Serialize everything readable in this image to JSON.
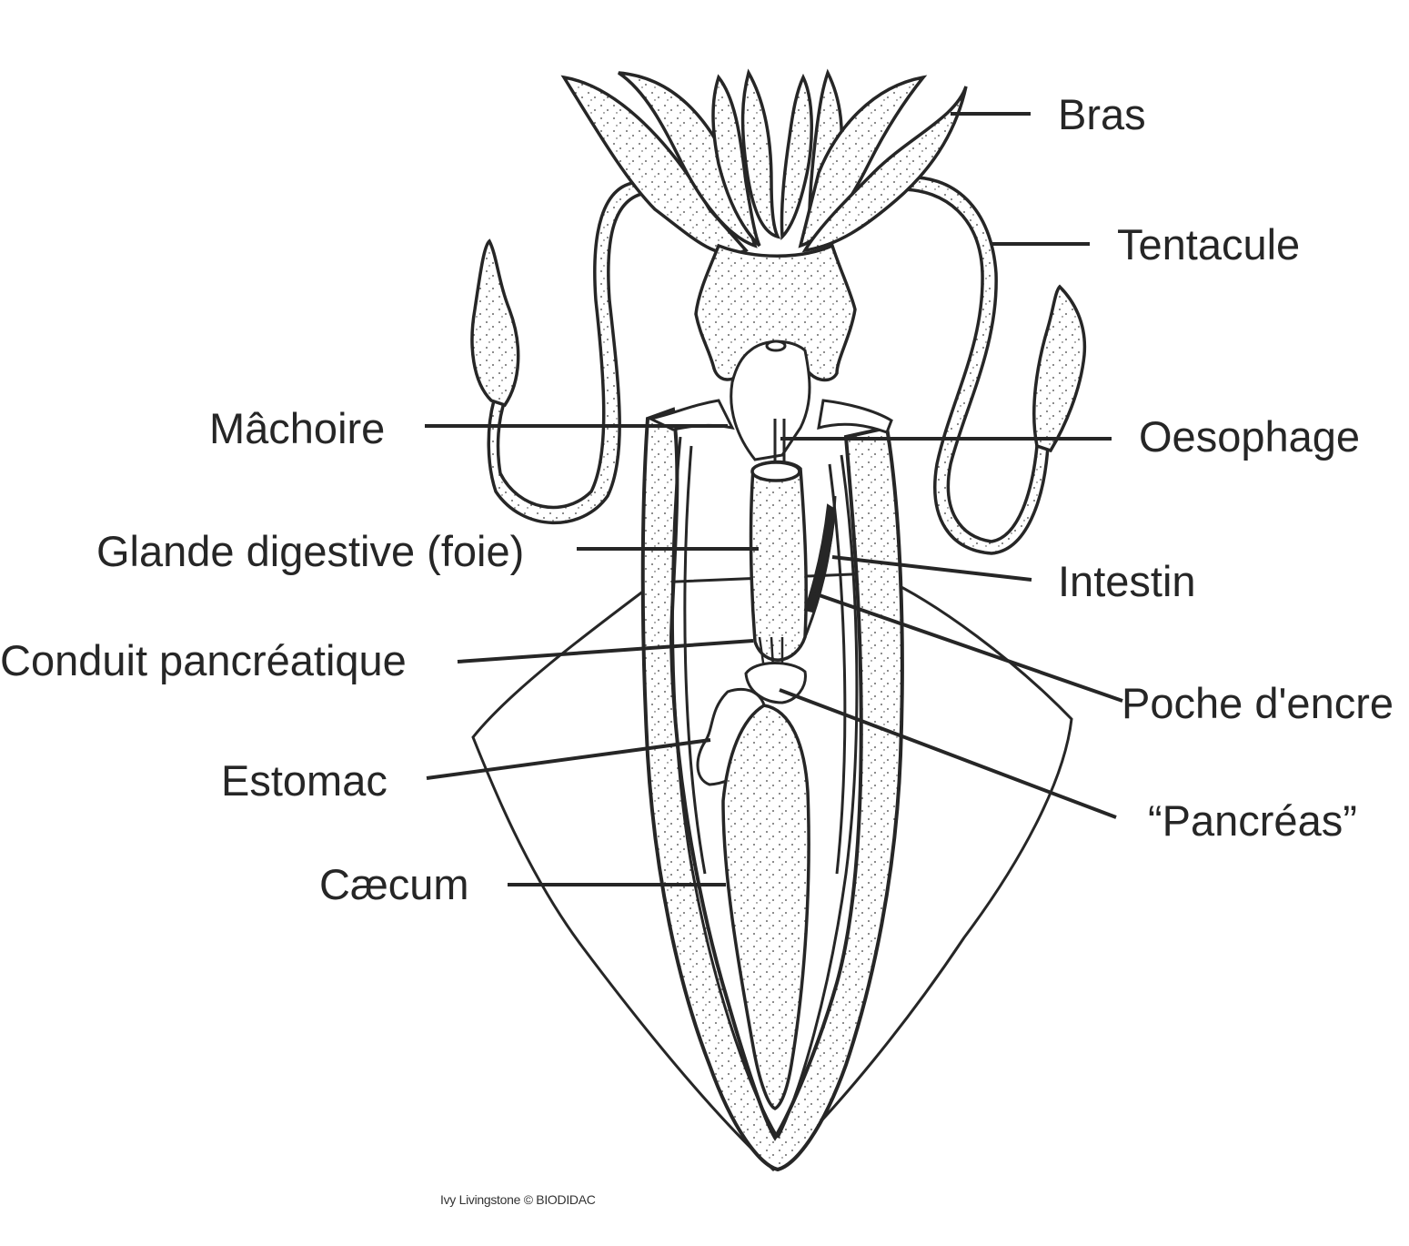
{
  "diagram": {
    "subject": "Calmar (squid) digestive system",
    "colors": {
      "ink": "#262626",
      "fill": "#ffffff",
      "stipple": "#3a3a3a"
    },
    "labels_left": [
      {
        "id": "machoire",
        "text": "Mâchoire"
      },
      {
        "id": "glande",
        "text": "Glande digestive (foie)"
      },
      {
        "id": "conduit",
        "text": "Conduit pancréatique"
      },
      {
        "id": "estomac",
        "text": "Estomac"
      },
      {
        "id": "caecum",
        "text": "Cæcum"
      }
    ],
    "labels_right": [
      {
        "id": "bras",
        "text": "Bras"
      },
      {
        "id": "tentacule",
        "text": "Tentacule"
      },
      {
        "id": "oesophage",
        "text": "Oesophage"
      },
      {
        "id": "intestin",
        "text": "Intestin"
      },
      {
        "id": "poche",
        "text": "Poche d'encre"
      },
      {
        "id": "pancreas",
        "text": "“Pancréas”"
      }
    ],
    "credit": "Ivy Livingstone © BIODIDAC"
  }
}
